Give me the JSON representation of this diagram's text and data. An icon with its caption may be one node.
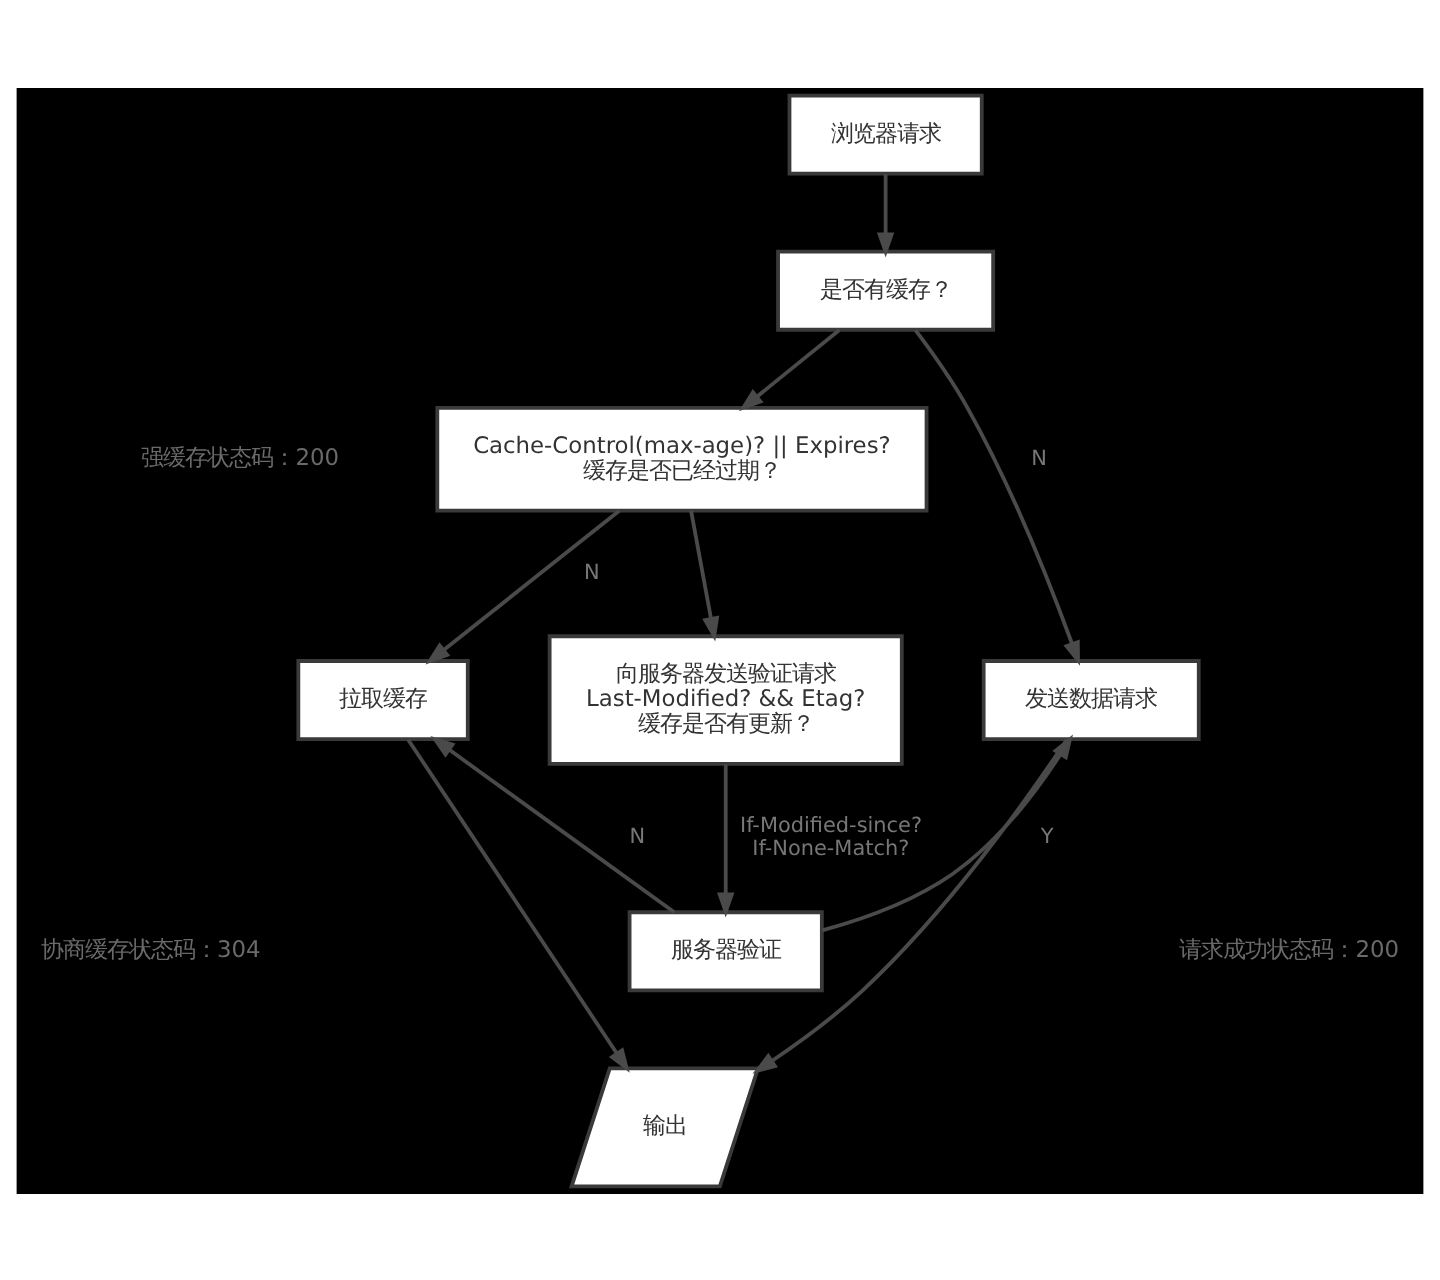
{
  "diagram": {
    "nodes": [
      {
        "text": [
          "浏览器请求"
        ]
      },
      {
        "text": [
          "是否有缓存？"
        ]
      },
      {
        "text": [
          "Cache-Control(max-age)? || Expires? 缓存是否已经过期？"
        ]
      },
      {
        "text": [
          "拉取缓存"
        ]
      },
      {
        "text": [
          "发送数据请求"
        ]
      },
      {
        "text": [
          "向服务器发送验证请求 Last-Modified? && Etag? 缓存是否有更新？"
        ]
      },
      {
        "text": [
          "服务器验证"
        ]
      },
      {
        "text": [
          "输出"
        ]
      }
    ],
    "edges": [
      {
        "from": 0,
        "to": 1,
        "arrow": "to"
      },
      {
        "from": 1,
        "to": 4,
        "arrow": "to",
        "label": "N"
      },
      {
        "from": 1,
        "to": 2,
        "arrow": "to"
      },
      {
        "from": 2,
        "to": 3,
        "arrow": "to",
        "label": "N"
      },
      {
        "from": 2,
        "to": 5,
        "arrow": "to"
      },
      {
        "from": 5,
        "to": 6,
        "arrow": "to",
        "label": "If-Modified-since? If-None-Match?"
      },
      {
        "from": 6,
        "to": 3,
        "arrow": "to",
        "label": "N"
      },
      {
        "from": 6,
        "to": 4,
        "arrow": "to",
        "label": "Y"
      },
      {
        "from": 3,
        "to": 7,
        "arrow": "to"
      },
      {
        "from": 4,
        "to": 7,
        "arrow": "to"
      }
    ],
    "labels": [
      "强缓存状态码：200",
      "协商缓存状态码：304",
      "请求成功状态码：200"
    ]
  }
}
